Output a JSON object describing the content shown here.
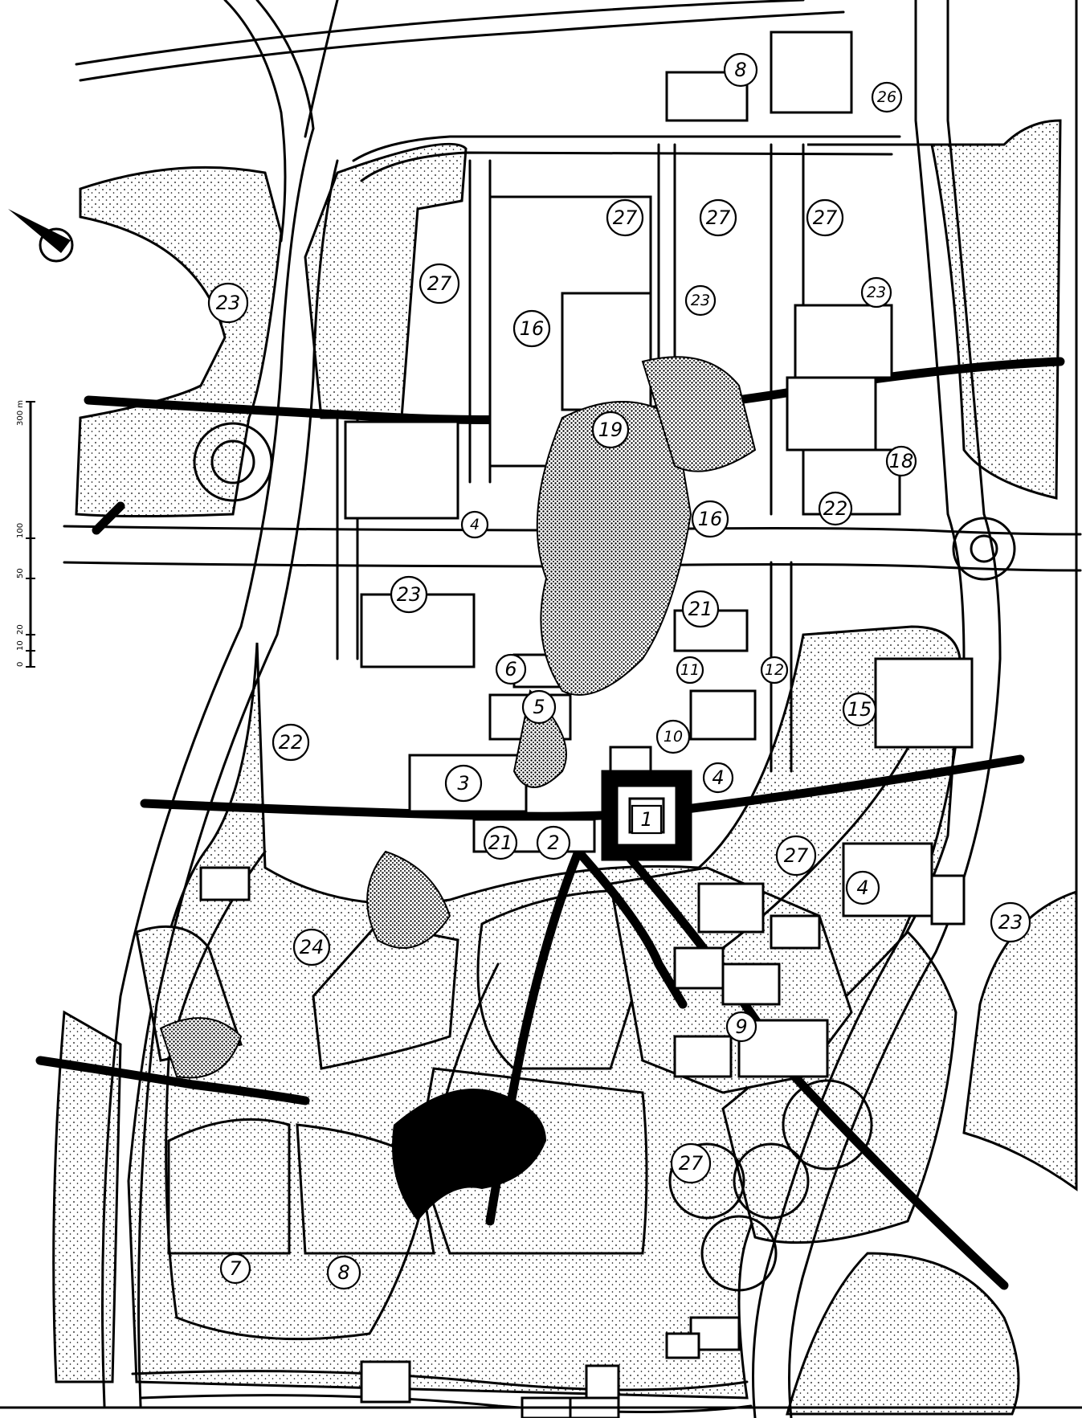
{
  "plan": {
    "labels": [
      {
        "text": "1",
        "id": "label-1"
      },
      {
        "text": "2",
        "id": "label-2"
      },
      {
        "text": "3",
        "id": "label-3"
      },
      {
        "text": "4",
        "id": "label-4-a"
      },
      {
        "text": "4",
        "id": "label-4-b"
      },
      {
        "text": "4",
        "id": "label-4-c"
      },
      {
        "text": "5",
        "id": "label-5"
      },
      {
        "text": "6",
        "id": "label-6"
      },
      {
        "text": "7",
        "id": "label-7"
      },
      {
        "text": "8",
        "id": "label-8-a"
      },
      {
        "text": "8",
        "id": "label-8-b"
      },
      {
        "text": "9",
        "id": "label-9"
      },
      {
        "text": "10",
        "id": "label-10"
      },
      {
        "text": "11",
        "id": "label-11"
      },
      {
        "text": "12",
        "id": "label-12"
      },
      {
        "text": "15",
        "id": "label-15"
      },
      {
        "text": "16",
        "id": "label-16-a"
      },
      {
        "text": "16",
        "id": "label-16-b"
      },
      {
        "text": "18",
        "id": "label-18"
      },
      {
        "text": "19",
        "id": "label-19"
      },
      {
        "text": "21",
        "id": "label-21-a"
      },
      {
        "text": "21",
        "id": "label-21-b"
      },
      {
        "text": "22",
        "id": "label-22-a"
      },
      {
        "text": "22",
        "id": "label-22-b"
      },
      {
        "text": "23",
        "id": "label-23-a"
      },
      {
        "text": "23",
        "id": "label-23-b"
      },
      {
        "text": "23",
        "id": "label-23-c"
      },
      {
        "text": "23",
        "id": "label-23-d"
      },
      {
        "text": "23",
        "id": "label-23-e"
      },
      {
        "text": "24",
        "id": "label-24"
      },
      {
        "text": "26",
        "id": "label-26"
      },
      {
        "text": "27",
        "id": "label-27-a"
      },
      {
        "text": "27",
        "id": "label-27-b"
      },
      {
        "text": "27",
        "id": "label-27-c"
      },
      {
        "text": "27",
        "id": "label-27-d"
      },
      {
        "text": "27",
        "id": "label-27-e"
      },
      {
        "text": "27",
        "id": "label-27-f"
      }
    ]
  },
  "scale_bar": {
    "ticks": [
      "0",
      "10",
      "20",
      "50",
      "100",
      "300 m"
    ]
  },
  "colors": {
    "ink": "#000000",
    "paper": "#ffffff"
  },
  "icons": {
    "north_arrow": "north-arrow-icon"
  }
}
